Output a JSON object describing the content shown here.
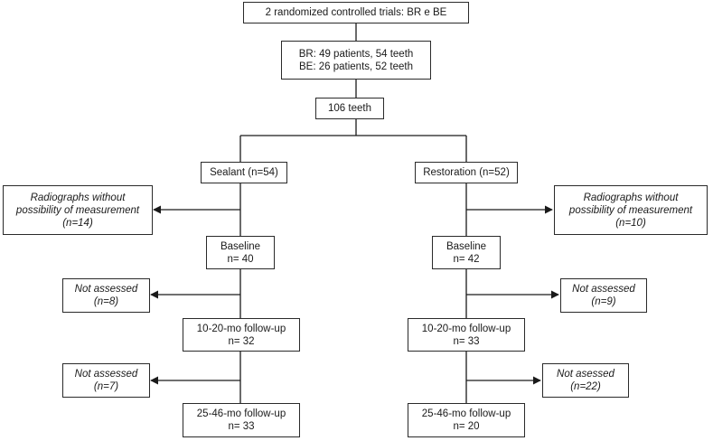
{
  "top": {
    "line1": "2 randomized controlled trials: BR e BE"
  },
  "groups": {
    "line1": "BR: 49 patients, 54 teeth",
    "line2": "BE: 26 patients, 52 teeth"
  },
  "total": {
    "line1": "106 teeth"
  },
  "left": {
    "arm": "Sealant (n=54)",
    "excluded": {
      "line1": "Radiographs without",
      "line2": "possibility of measurement",
      "line3": "(n=14)"
    },
    "baseline": {
      "line1": "Baseline",
      "line2": "n= 40"
    },
    "lost1": {
      "line1": "Not assessed",
      "line2": "(n=8)"
    },
    "follow1": {
      "line1": "10-20-mo follow-up",
      "line2": "n= 32"
    },
    "lost2": {
      "line1": "Not assessed",
      "line2": "(n=7)"
    },
    "follow2": {
      "line1": "25-46-mo follow-up",
      "line2": "n= 33"
    }
  },
  "right": {
    "arm": "Restoration (n=52)",
    "excluded": {
      "line1": "Radiographs without",
      "line2": "possibility of measurement",
      "line3": "(n=10)"
    },
    "baseline": {
      "line1": "Baseline",
      "line2": "n= 42"
    },
    "lost1": {
      "line1": "Not assessed",
      "line2": "(n=9)"
    },
    "follow1": {
      "line1": "10-20-mo follow-up",
      "line2": "n= 33"
    },
    "lost2": {
      "line1": "Not asessed",
      "line2": "(n=22)"
    },
    "follow2": {
      "line1": "25-46-mo follow-up",
      "line2": "n= 20"
    }
  }
}
